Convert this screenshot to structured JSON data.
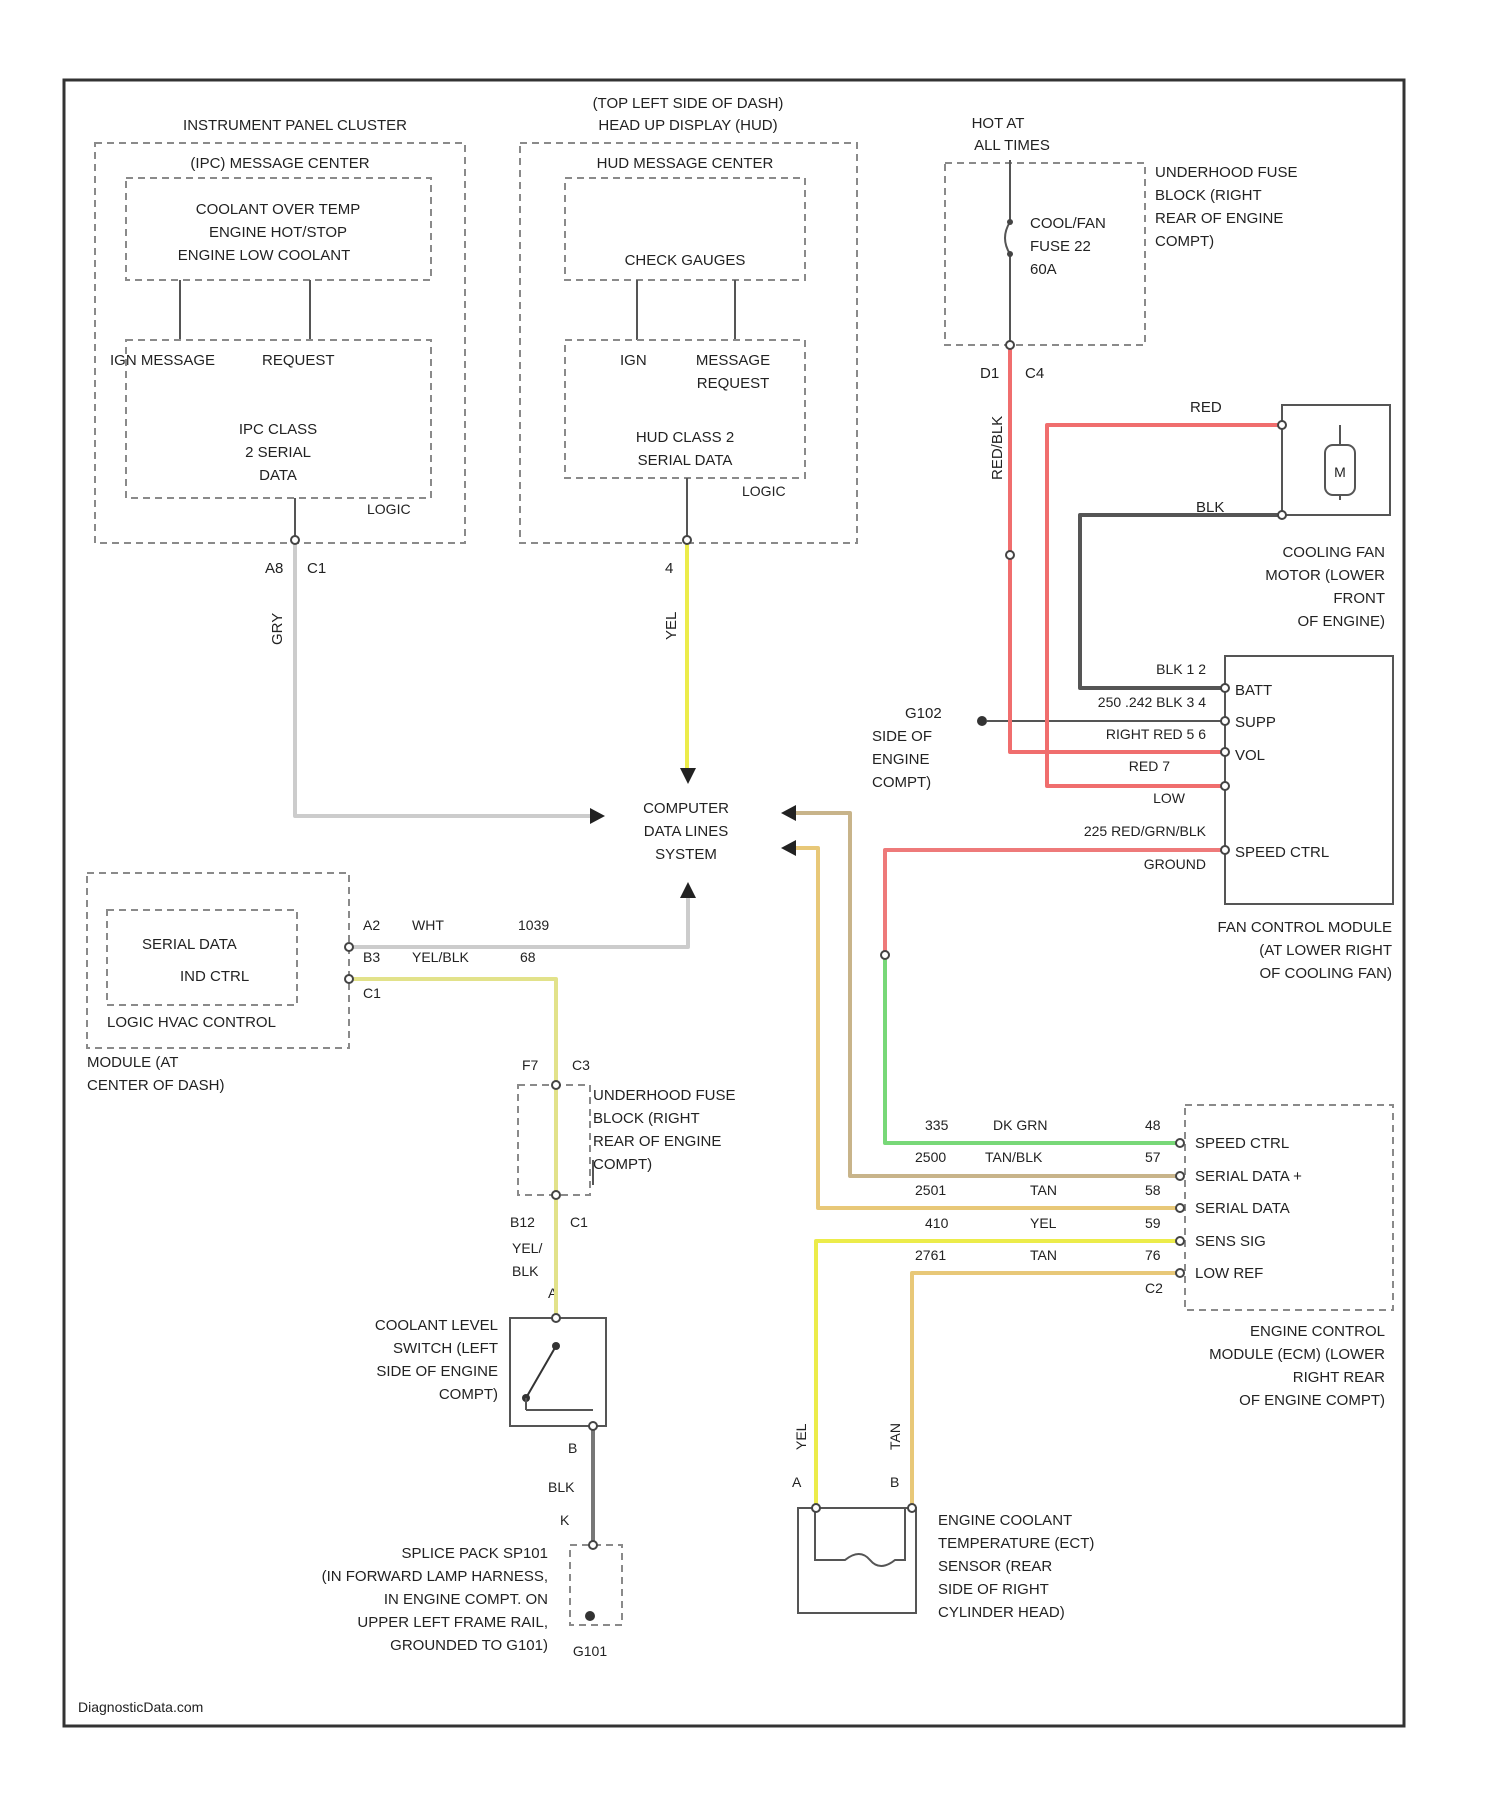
{
  "footer": "DiagnosticData.com",
  "colors": {
    "gry": "#cccccc",
    "yel": "#ecec4a",
    "red": "#f06e6e",
    "blk": "#555555",
    "grn": "#78d878",
    "tan": "#e8c878",
    "tanblk": "#c8b48a",
    "yelblk": "#e2e28a",
    "redgrn": "#ee7a7a"
  },
  "ipc": {
    "title": "INSTRUMENT PANEL CLUSTER",
    "subtitle": "(IPC) MESSAGE CENTER",
    "msg_lines": [
      "COOLANT OVER TEMP",
      "ENGINE HOT/STOP",
      "ENGINE LOW COOLANT"
    ],
    "ign_msg": "IGN MESSAGE",
    "request": "REQUEST",
    "serial_lines": [
      "IPC CLASS",
      "2 SERIAL",
      "DATA"
    ],
    "logic": "LOGIC",
    "pin": "A8",
    "conn": "C1",
    "wire": "GRY"
  },
  "hud": {
    "title_lines": [
      "(TOP LEFT SIDE OF DASH)",
      "HEAD UP DISPLAY (HUD)"
    ],
    "subtitle": "HUD MESSAGE CENTER",
    "check": "CHECK GAUGES",
    "ign": "IGN",
    "msg_req": [
      "MESSAGE",
      "REQUEST"
    ],
    "serial_lines": [
      "HUD CLASS 2",
      "SERIAL DATA"
    ],
    "logic": "LOGIC",
    "pin": "4",
    "wire": "YEL"
  },
  "fuse_top": {
    "hot": [
      "HOT AT",
      "ALL TIMES"
    ],
    "fuse_lines": [
      "COOL/FAN",
      "FUSE 22",
      "60A"
    ],
    "block_lines": [
      "UNDERHOOD FUSE",
      "BLOCK (RIGHT",
      "REAR OF ENGINE",
      "COMPT)"
    ],
    "pin": "D1",
    "conn": "C4",
    "wire": "RED/BLK"
  },
  "fan_motor": {
    "symbol": "M",
    "wire_top": "RED",
    "wire_bot": "BLK",
    "label_lines": [
      "COOLING FAN",
      "MOTOR (LOWER",
      "FRONT",
      "OF ENGINE)"
    ]
  },
  "ground_g102": {
    "label_lines": [
      "G102",
      "SIDE OF",
      "ENGINE",
      "COMPT)"
    ]
  },
  "fcm": {
    "pins": [
      "BATT",
      "SUPP",
      "VOL",
      "LOW",
      "SPEED CTRL"
    ],
    "wire_labels": [
      "BLK 1 2",
      "250 .242  BLK 3 4",
      "RIGHT  RED 5 6",
      "RED  7",
      "LOW",
      "225  RED/GRN/BLK",
      "GROUND"
    ],
    "label_lines": [
      "FAN CONTROL MODULE",
      "(AT LOWER RIGHT",
      "OF COOLING FAN)"
    ]
  },
  "cdl": {
    "lines": [
      "COMPUTER",
      "DATA LINES",
      "SYSTEM"
    ]
  },
  "hvac": {
    "serial": "SERIAL DATA",
    "ind": "IND CTRL",
    "logic": "LOGIC HVAC CONTROL",
    "module_lines": [
      "MODULE (AT",
      "CENTER OF DASH)"
    ],
    "wire_top": {
      "pin": "A2",
      "color": "WHT",
      "num": "1039"
    },
    "wire_bot": {
      "pin": "B3",
      "color": "YEL/BLK",
      "num": "68"
    },
    "conn": "C1"
  },
  "fuse_mid": {
    "top_pin": "F7",
    "top_conn": "C3",
    "label_lines": [
      "UNDERHOOD FUSE",
      "BLOCK (RIGHT",
      "REAR OF ENGINE",
      "COMPT)"
    ],
    "bot_pin": "B12",
    "bot_conn": "C1",
    "wire_lines": [
      "YEL/",
      "BLK"
    ]
  },
  "coolant_switch": {
    "pin_a": "A",
    "pin_b": "B",
    "label_lines": [
      "COOLANT LEVEL",
      "SWITCH (LEFT",
      "SIDE OF ENGINE",
      "COMPT)"
    ],
    "wire_bot": "BLK"
  },
  "splice": {
    "pin": "K",
    "label_lines": [
      "SPLICE PACK SP101",
      "(IN FORWARD LAMP HARNESS,",
      "IN ENGINE COMPT. ON",
      "UPPER LEFT FRAME RAIL,",
      "GROUNDED TO G101)"
    ],
    "ground": "G101"
  },
  "ecm": {
    "pins": [
      "SPEED CTRL",
      "SERIAL DATA +",
      "SERIAL DATA",
      "SENS SIG",
      "LOW REF"
    ],
    "pin_nums": [
      "48",
      "57",
      "58",
      "59",
      "76"
    ],
    "wire_nums": [
      "335",
      "2500",
      "2501",
      "410",
      "2761"
    ],
    "wire_colors": [
      "DK GRN",
      "TAN/BLK",
      "TAN",
      "YEL",
      "TAN"
    ],
    "conn": "C2",
    "label_lines": [
      "ENGINE CONTROL",
      "MODULE (ECM) (LOWER",
      "RIGHT REAR",
      "OF ENGINE COMPT)"
    ]
  },
  "ect": {
    "pin_a": "A",
    "pin_b": "B",
    "wire_a": "YEL",
    "wire_b": "TAN",
    "label_lines": [
      "ENGINE COOLANT",
      "TEMPERATURE (ECT)",
      "SENSOR (REAR",
      "SIDE OF RIGHT",
      "CYLINDER HEAD)"
    ]
  }
}
